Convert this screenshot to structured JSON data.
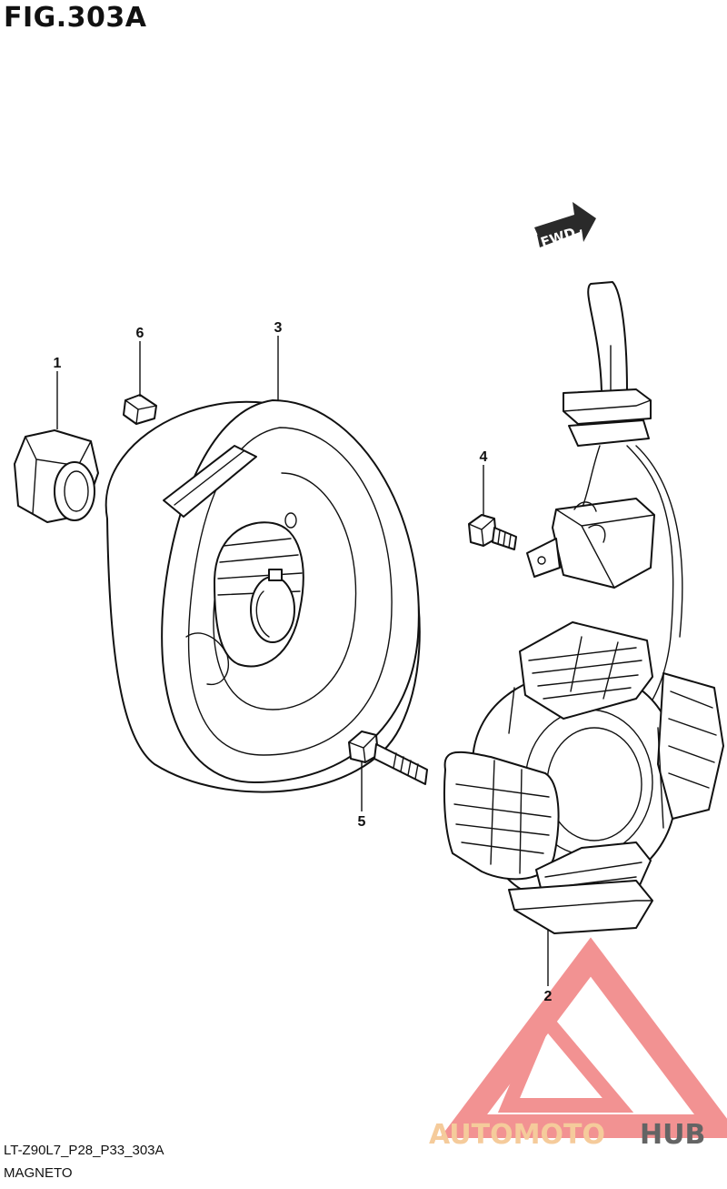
{
  "figure": {
    "title": "FIG.303A",
    "code": "LT-Z90L7_P28_P33_303A",
    "caption": "MAGNETO"
  },
  "fwd_label": "FWD",
  "parts": [
    {
      "number": "1",
      "name": "nut"
    },
    {
      "number": "2",
      "name": "stator"
    },
    {
      "number": "3",
      "name": "rotor"
    },
    {
      "number": "4",
      "name": "bolt"
    },
    {
      "number": "5",
      "name": "bolt"
    },
    {
      "number": "6",
      "name": "key"
    }
  ],
  "watermark": {
    "brand": "AUTOMOTOHUB",
    "colors": {
      "primary": "#f07f7f",
      "accent": "#f4c38a",
      "dark": "#4a4a4a"
    }
  }
}
